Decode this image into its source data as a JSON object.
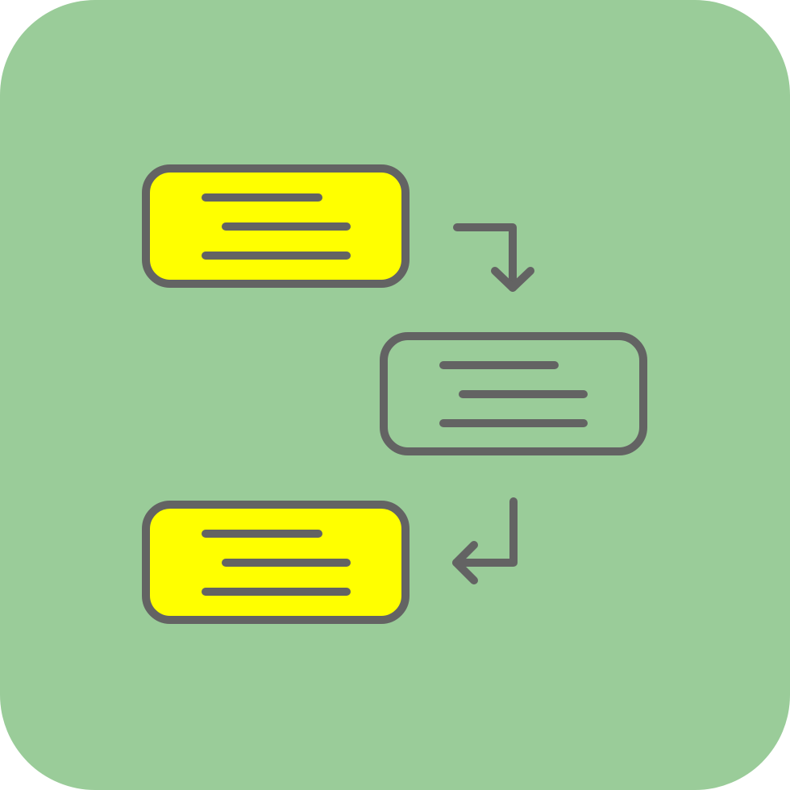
{
  "icon": {
    "name": "workflow-steps-icon",
    "background_color": "#9ACC99",
    "stroke_color": "#636363",
    "highlight_fill": "#FFFF00",
    "steps": [
      {
        "name": "step-1-card",
        "highlighted": true
      },
      {
        "name": "step-2-card",
        "highlighted": false
      },
      {
        "name": "step-3-card",
        "highlighted": true
      }
    ],
    "connectors": [
      {
        "name": "arrow-down-right-icon",
        "direction": "down"
      },
      {
        "name": "arrow-return-left-icon",
        "direction": "left"
      }
    ]
  }
}
